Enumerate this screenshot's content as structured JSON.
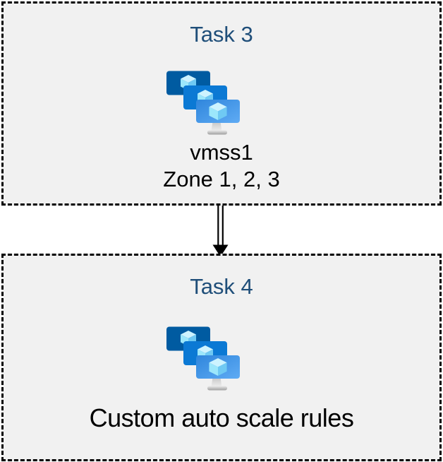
{
  "colors": {
    "canvas_bg": "#ffffff",
    "box_bg": "#f1f1f1",
    "border": "#000000",
    "title": "#1f4e79",
    "label": "#000000",
    "arrow": "#000000"
  },
  "icon_colors": {
    "monitor_back": "#005ba1",
    "monitor_middle": "#0b79d4",
    "monitor_front_gradient_start": "#2f86dc",
    "monitor_front_gradient_end": "#5fabf4",
    "cube_top": "#cdf3ff",
    "cube_left": "#9ce7fb",
    "cube_right": "#6fc9f3",
    "stand_light": "#ececec",
    "stand_dark": "#a0a0a0"
  },
  "boxes": [
    {
      "title": "Task 3",
      "icon": "vm-scale-sets-icon",
      "labels": [
        "vmss1",
        "Zone 1, 2, 3"
      ]
    },
    {
      "title": "Task 4",
      "icon": "vm-scale-sets-icon",
      "labels": [
        "Custom auto scale rules"
      ]
    }
  ],
  "connector": {
    "from": "Task 3",
    "to": "Task 4",
    "shape": "double-line-arrow-down"
  }
}
